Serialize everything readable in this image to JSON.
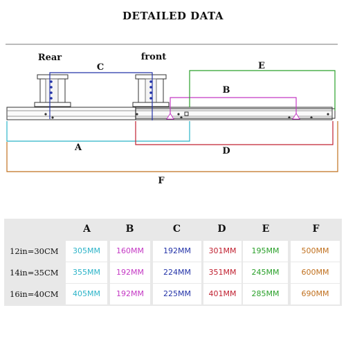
{
  "title": "DETAILED DATA",
  "diagram": {
    "labels": {
      "rear": "Rear",
      "front": "front",
      "A": "A",
      "B": "B",
      "C": "C",
      "D": "D",
      "E": "E",
      "F": "F"
    },
    "colors": {
      "A": "#2bb3c8",
      "B": "#c439c4",
      "C": "#2333a8",
      "D": "#c02030",
      "E": "#2aa02a",
      "F": "#c0701e"
    }
  },
  "table": {
    "headers": [
      "A",
      "B",
      "C",
      "D",
      "E",
      "F"
    ],
    "rows": [
      {
        "label": "12in=30CM",
        "values": [
          "305MM",
          "160MM",
          "192MM",
          "301MM",
          "195MM",
          "500MM"
        ]
      },
      {
        "label": "14in=35CM",
        "values": [
          "355MM",
          "192MM",
          "224MM",
          "351MM",
          "245MM",
          "600MM"
        ]
      },
      {
        "label": "16in=40CM",
        "values": [
          "405MM",
          "192MM",
          "225MM",
          "401MM",
          "285MM",
          "690MM"
        ]
      }
    ]
  }
}
